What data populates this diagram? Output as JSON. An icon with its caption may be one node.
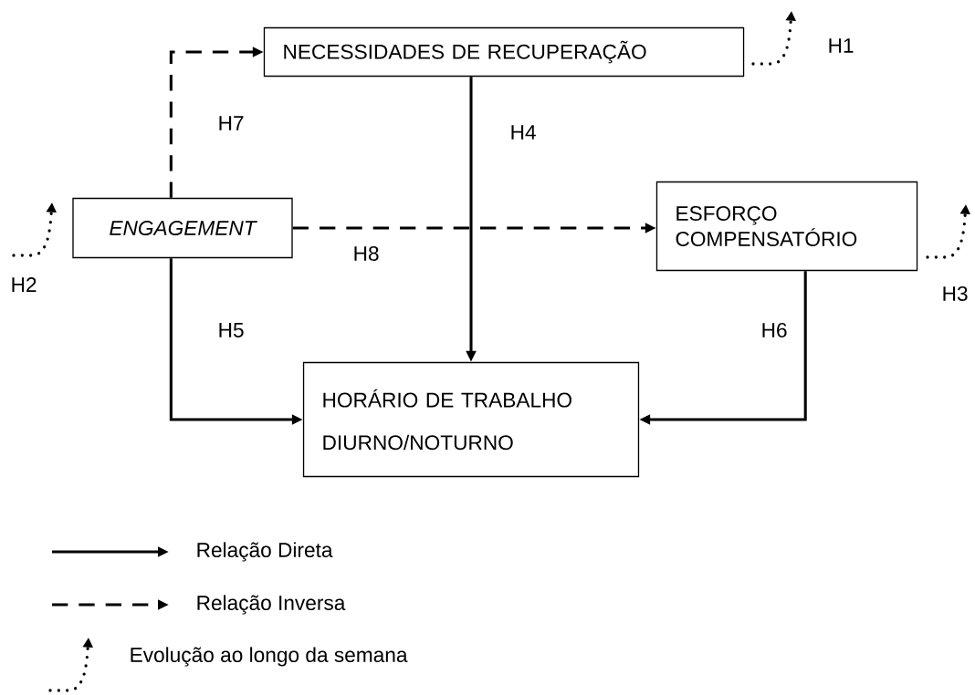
{
  "diagram": {
    "nodes": [
      {
        "text": [
          "NECESSIDADES DE RECUPERAÇÃO"
        ]
      },
      {
        "text": [
          "ENGAGEMENT"
        ]
      },
      {
        "text": [
          "ESFORÇO COMPENSATÓRIO"
        ]
      },
      {
        "text": [
          "HORÁRIO DE TRABALHO",
          "DIURNO/NOTURNO"
        ]
      }
    ],
    "edges": [
      {
        "from": 1,
        "to": 0,
        "arrow": "to",
        "label": "H7",
        "style": "dashed"
      },
      {
        "from": 0,
        "to": 3,
        "arrow": "to",
        "label": "H4"
      },
      {
        "from": 1,
        "to": 2,
        "arrow": "to",
        "label": "H8",
        "style": "dashed"
      },
      {
        "from": 1,
        "to": 3,
        "arrow": "to",
        "label": "H5"
      },
      {
        "from": 2,
        "to": 3,
        "arrow": "to",
        "label": "H6"
      }
    ],
    "labels": [
      "H1",
      "H2",
      "H3"
    ],
    "legend": [
      {
        "text": "Relação Direta"
      },
      {
        "text": "Relação Inversa"
      },
      {
        "text": "Evolução ao longo da semana"
      }
    ]
  }
}
